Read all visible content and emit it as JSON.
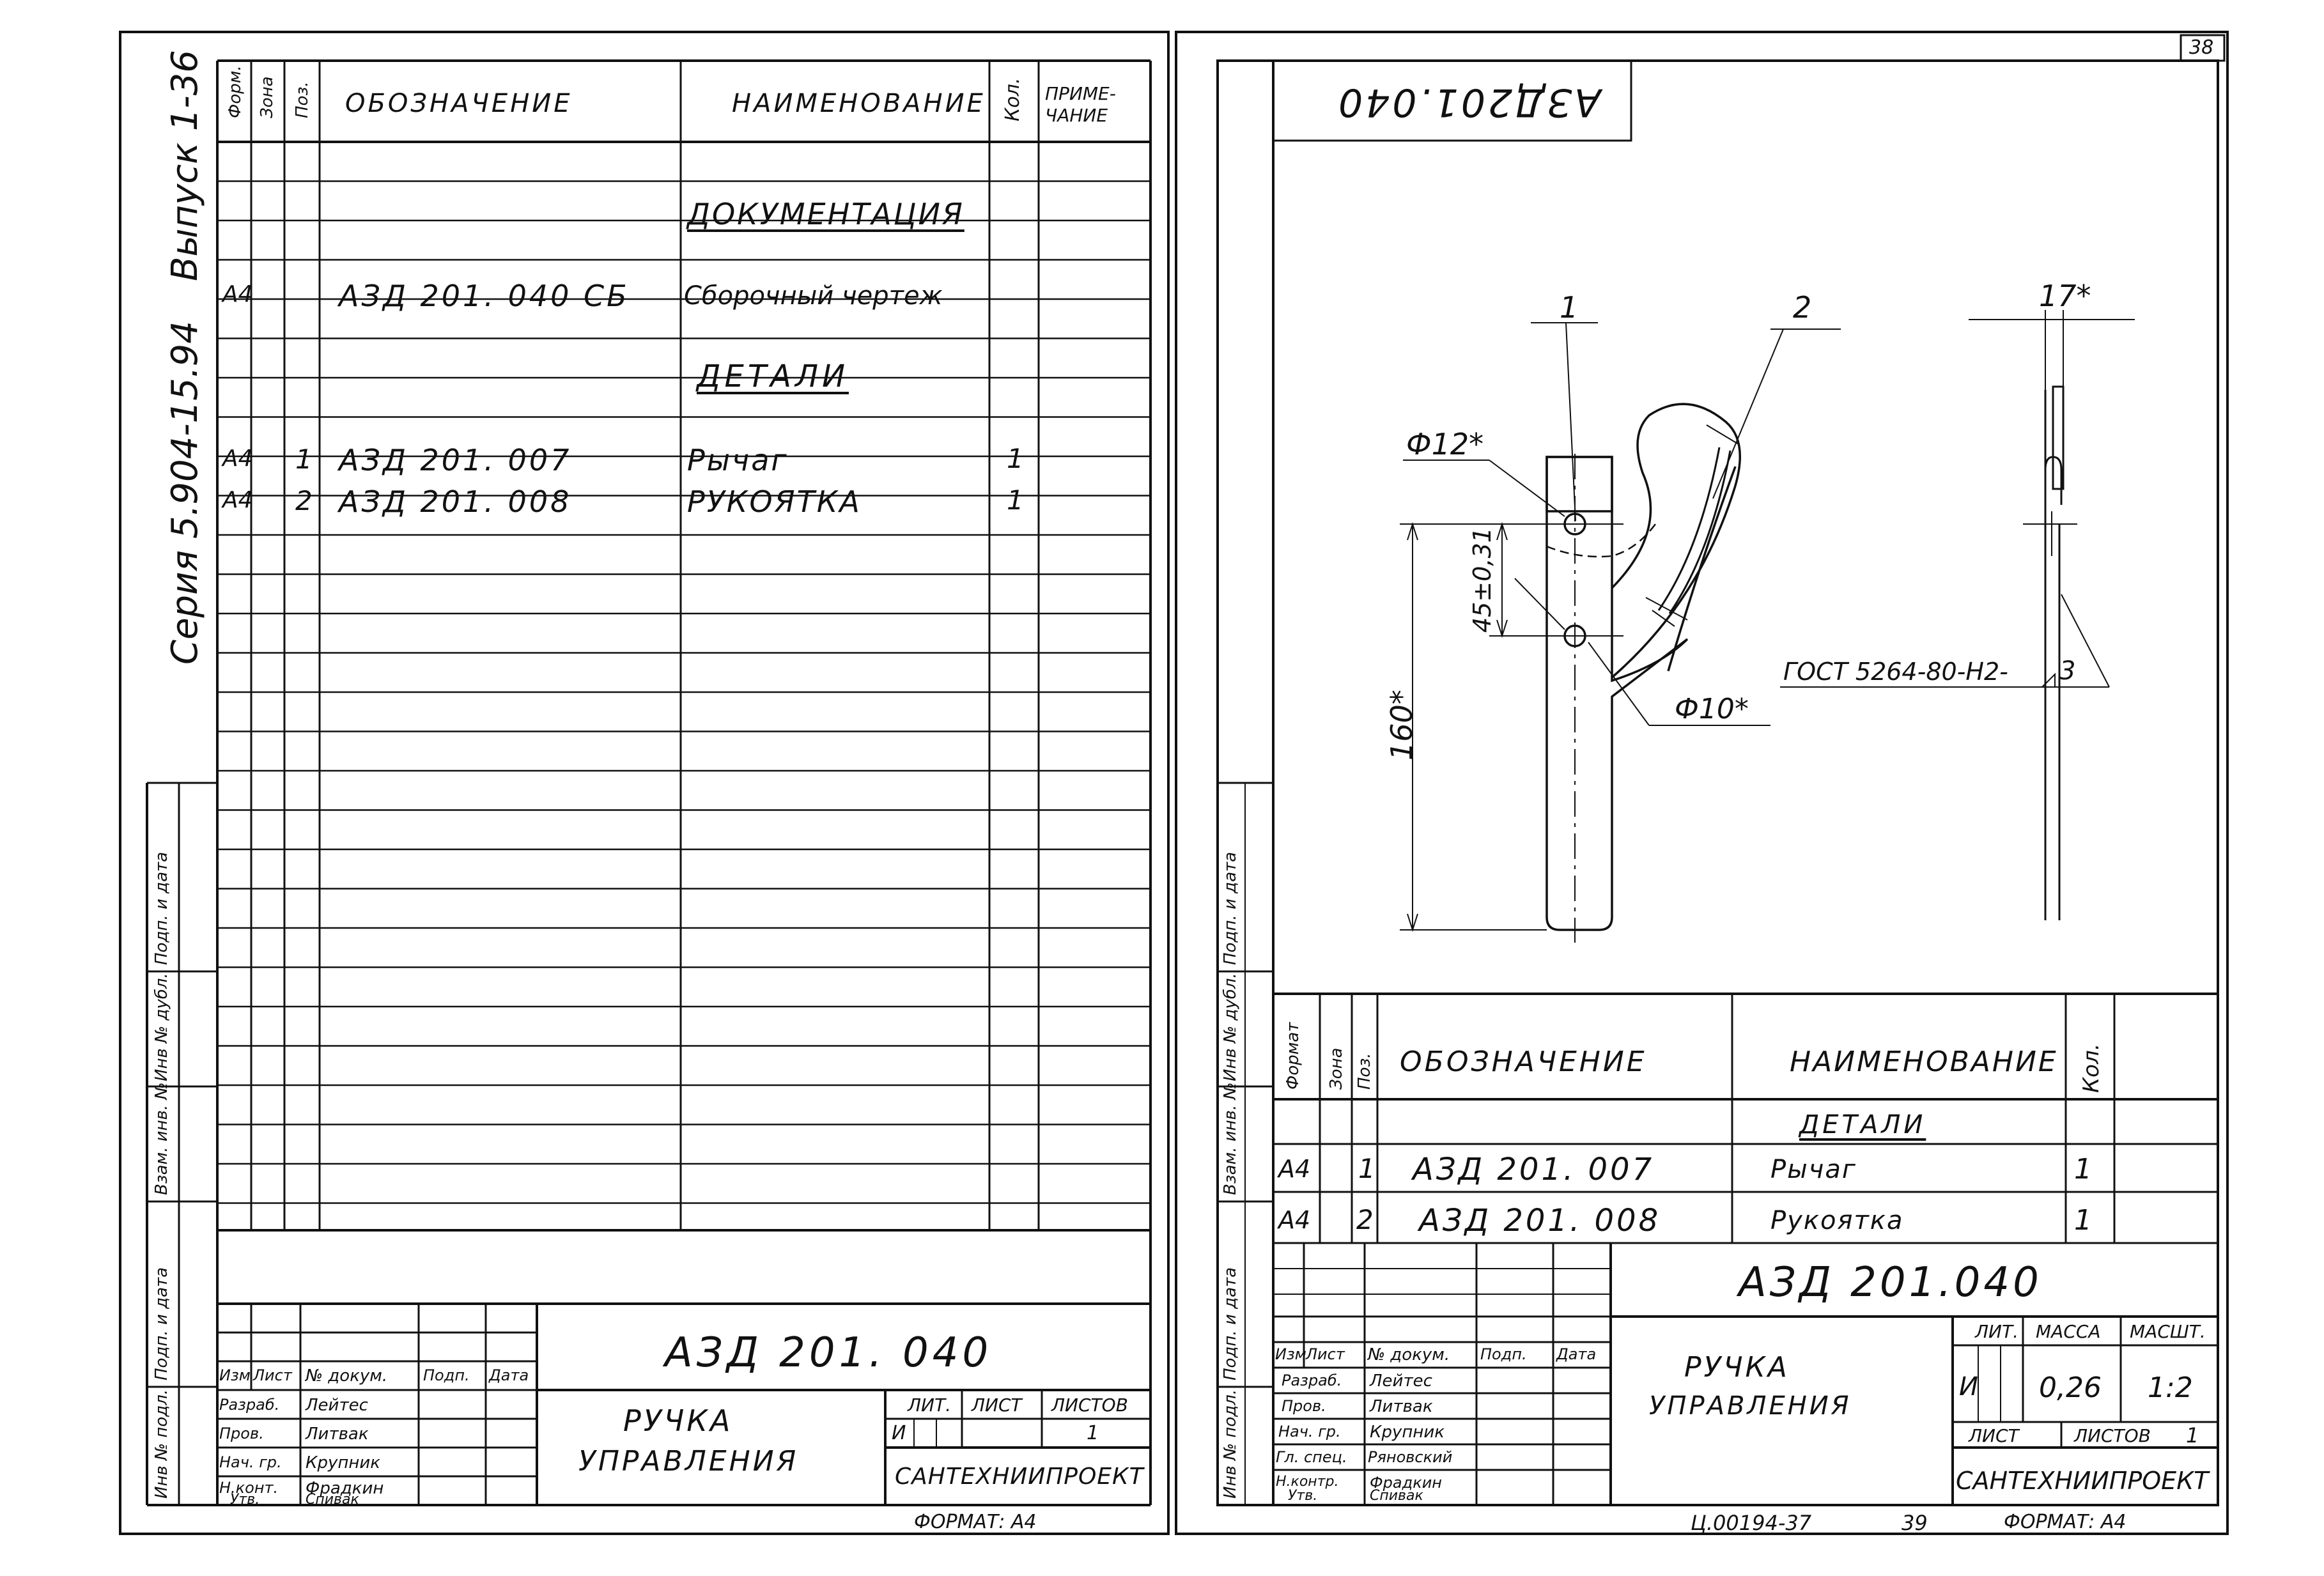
{
  "sheet_number": "38",
  "left_sheet": {
    "margin_series": "Серия 5.904-15.94",
    "margin_issue": "Выпуск 1-36",
    "spec_headers": {
      "format": "Форм.",
      "zone": "Зона",
      "pos": "Поз.",
      "designation": "Обозначение",
      "name": "Наименование",
      "qty": "Кол.",
      "note": "Приме-чание"
    },
    "spec_rows": [
      {
        "format": "",
        "pos": "",
        "designation": "",
        "name": "Документация",
        "qty": ""
      },
      {
        "format": "А4",
        "pos": "",
        "designation": "АЗД 201. 040 СБ",
        "name": "Сборочный чертеж",
        "qty": ""
      },
      {
        "format": "",
        "pos": "",
        "designation": "",
        "name": "Детали",
        "qty": ""
      },
      {
        "format": "А4",
        "pos": "1",
        "designation": "АЗД 201. 007",
        "name": "Рычаг",
        "qty": "1"
      },
      {
        "format": "А4",
        "pos": "2",
        "designation": "АЗД 201. 008",
        "name": "Рукоятка",
        "qty": "1"
      }
    ],
    "side_stamp": [
      "Подп. и дата",
      "Инв № дубл.",
      "Взам. инв. №",
      "Подп. и дата",
      "Инв № подл."
    ],
    "title_block": {
      "code": "АЗД 201. 040",
      "title_line1": "Ручка",
      "title_line2": "управления",
      "org": "САНТЕХНИИПРОЕКТ",
      "col_headers": [
        "Изм",
        "Лист",
        "№ докум.",
        "Подп.",
        "Дата"
      ],
      "roles": [
        "Разраб.",
        "Пров.",
        "Нач. гр.",
        "Н.конт.",
        "Утв."
      ],
      "names": [
        "Лейтес",
        "Литвак",
        "Крупник",
        "Фрадкин",
        "Спивак"
      ],
      "lit_label": "Лит.",
      "sheet_label": "Лист",
      "sheets_label": "Листов",
      "lit_value": "И",
      "sheets_value": "1"
    },
    "format": "Формат: А4"
  },
  "right_sheet": {
    "top_code": "АЗД201.040",
    "side_stamp": [
      "Подп. и дата",
      "Инв № дубл.",
      "Взам. инв. №",
      "Подп. и дата",
      "Инв № подл."
    ],
    "drawing": {
      "callout1": "1",
      "callout2": "2",
      "dim_phi12": "Ф12*",
      "dim_45": "45±0,31",
      "dim_160": "160*",
      "dim_phi10": "Ф10*",
      "dim_17": "17*",
      "weld_note": "ГОСТ 5264-80-Н2-",
      "weld_leg": "3"
    },
    "spec_headers": {
      "format": "Формат",
      "zone": "Зона",
      "pos": "Поз.",
      "designation": "Обозначение",
      "name": "Наименование",
      "qty": "Кол."
    },
    "spec_rows": [
      {
        "format": "",
        "pos": "",
        "designation": "",
        "name": "Детали",
        "qty": ""
      },
      {
        "format": "А4",
        "pos": "1",
        "designation": "АЗД 201. 007",
        "name": "Рычаг",
        "qty": "1"
      },
      {
        "format": "А4",
        "pos": "2",
        "designation": "АЗД 201. 008",
        "name": "Рукоятка",
        "qty": "1"
      }
    ],
    "title_block": {
      "code": "АЗД 201.040",
      "title_line1": "Ручка",
      "title_line2": "управления",
      "org": "САНТЕХНИИПРОЕКТ",
      "col_headers": [
        "Изм",
        "Лист",
        "№ докум.",
        "Подп.",
        "Дата"
      ],
      "roles": [
        "Разраб.",
        "Пров.",
        "Нач. гр.",
        "Гл. спец.",
        "Н.контр.",
        "Утв."
      ],
      "names": [
        "Лейтес",
        "Литвак",
        "Крупник",
        "Ряновский",
        "Фрадкин",
        "Спивак"
      ],
      "lit_label": "Лит.",
      "mass_label": "Масса",
      "scale_label": "Масшт.",
      "lit_value": "И",
      "mass_value": "0,26",
      "scale_value": "1:2",
      "sheet_label": "Лист",
      "sheets_label": "Листов",
      "sheets_value": "1"
    },
    "archive": "Ц.00194-37",
    "archive_page": "39",
    "format": "Формат: А4"
  }
}
